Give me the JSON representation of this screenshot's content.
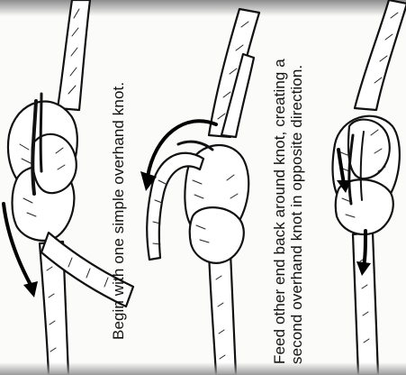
{
  "captions": {
    "step1": "Begin with one simple overhand knot.",
    "step2_line1": "Feed other end back around knot, creating a",
    "step2_line2": "second overhand knot in opposite direction."
  },
  "panels": [
    {
      "id": "step-1",
      "illustration": "simple-overhand-knot"
    },
    {
      "id": "step-2",
      "illustration": "feeding-second-end"
    },
    {
      "id": "step-3",
      "illustration": "finished-water-knot"
    }
  ],
  "colors": {
    "ink": "#111111",
    "paper": "#fbfbfa"
  }
}
